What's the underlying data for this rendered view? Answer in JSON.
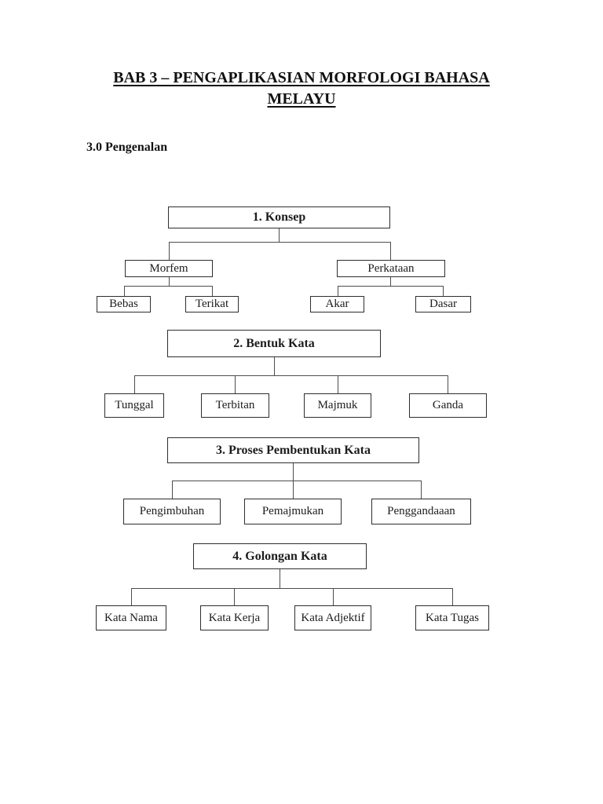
{
  "document": {
    "title_lines": [
      "BAB 3 – PENGAPLIKASIAN MORFOLOGI BAHASA",
      "MELAYU"
    ],
    "section_heading": "3.0 Pengenalan"
  },
  "diagrams": [
    {
      "root": "1. Konsep",
      "branches": [
        {
          "label": "Morfem",
          "children": [
            "Bebas",
            "Terikat"
          ]
        },
        {
          "label": "Perkataan",
          "children": [
            "Akar",
            "Dasar"
          ]
        }
      ]
    },
    {
      "root": "2. Bentuk Kata",
      "children": [
        "Tunggal",
        "Terbitan",
        "Majmuk",
        "Ganda"
      ]
    },
    {
      "root": "3. Proses Pembentukan Kata",
      "children": [
        "Pengimbuhan",
        "Pemajmukan",
        "Penggandaaan"
      ]
    },
    {
      "root": "4. Golongan Kata",
      "children": [
        "Kata Nama",
        "Kata Kerja",
        "Kata Adjektif",
        "Kata Tugas"
      ]
    }
  ],
  "colors": {
    "background": "#ffffff",
    "box_border": "#2e2e2e",
    "connector_line": "#4d4d4d",
    "text": "#1c1c1c"
  }
}
